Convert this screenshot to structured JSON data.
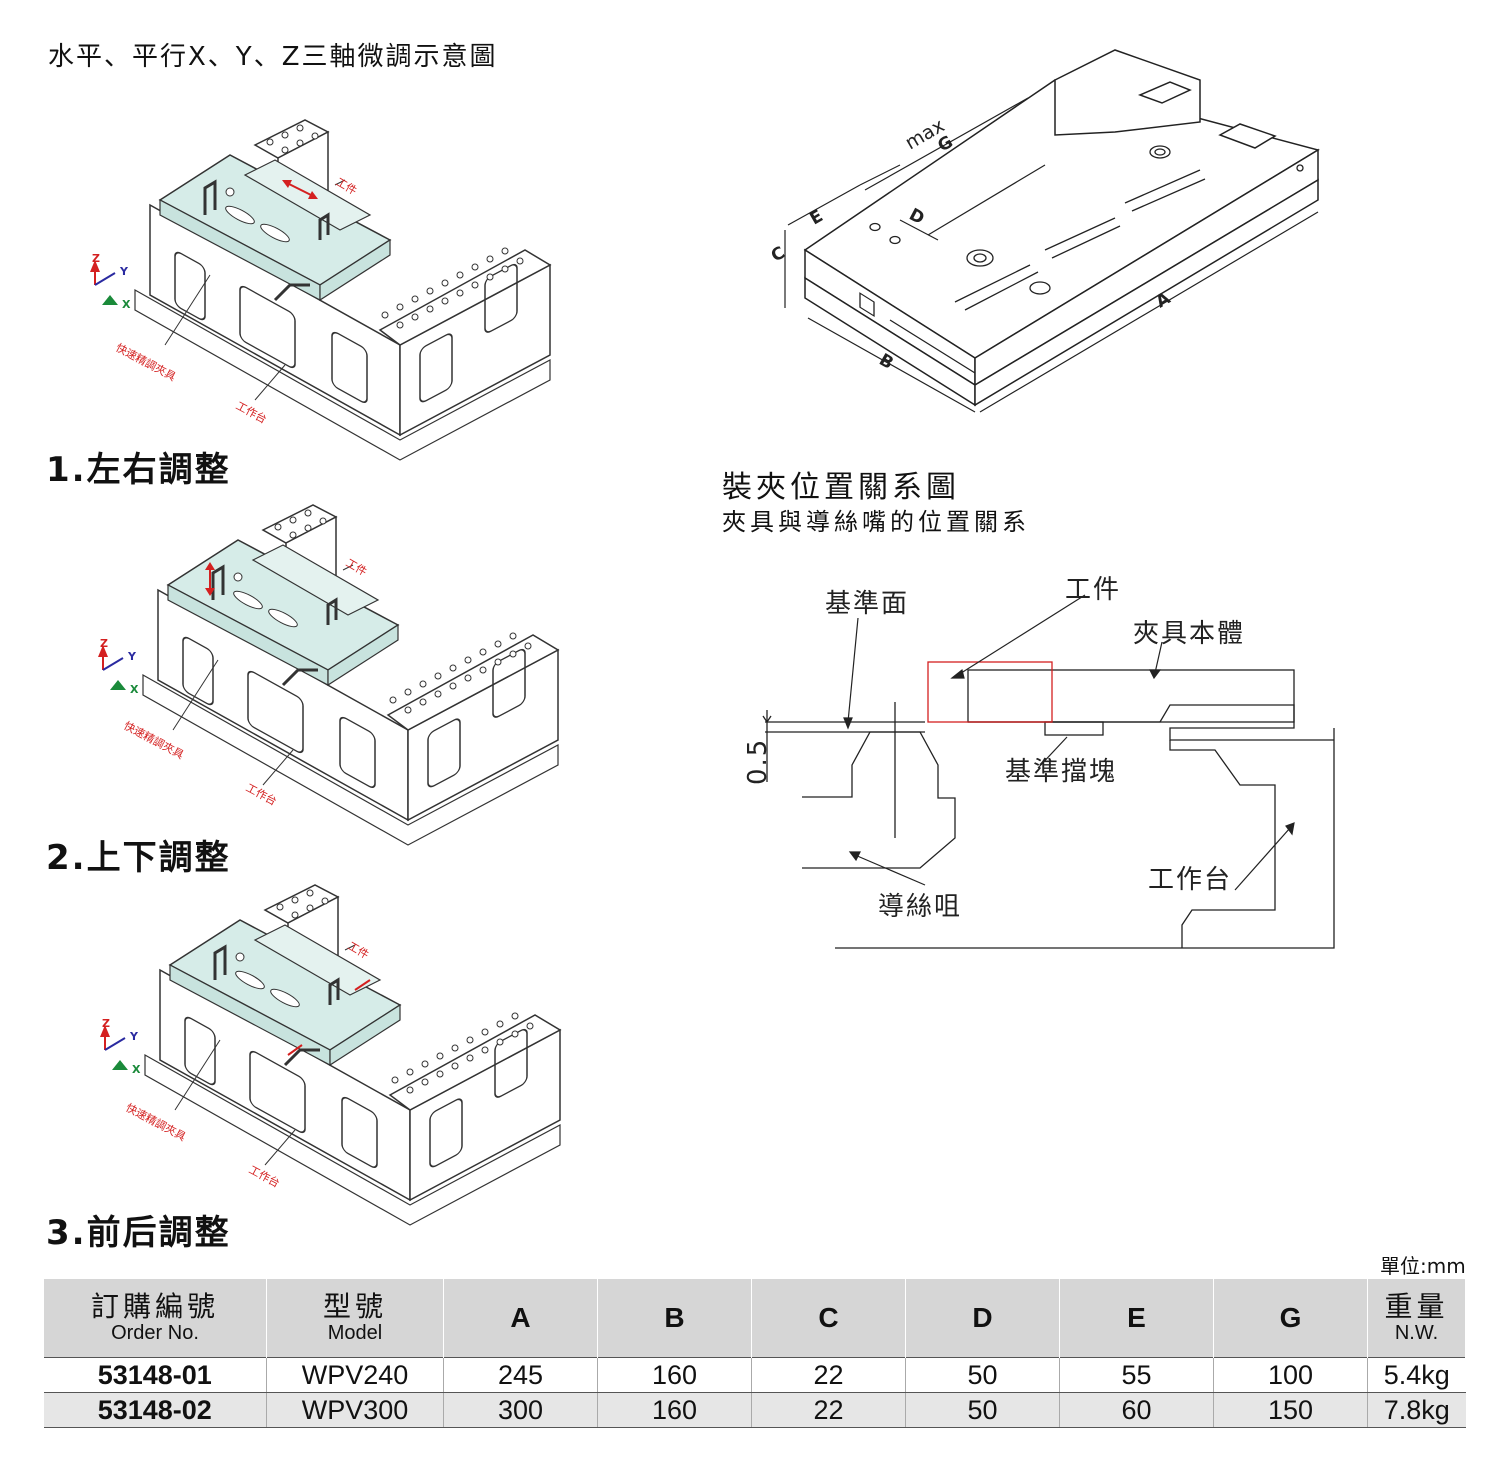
{
  "header": {
    "title": "水平、平行X、Y、Z三軸微調示意圖"
  },
  "steps": [
    "1.左右調整",
    "2.上下調整",
    "3.前后調整"
  ],
  "illustration_labels": {
    "workpiece": "工件",
    "clamp": "快速精調夾具",
    "worktable": "工作台"
  },
  "axes": {
    "z": "Z",
    "y": "Y",
    "x": "X"
  },
  "dimension_labels": {
    "max": "max",
    "g": "G",
    "d": "D",
    "e": "E",
    "c": "C",
    "a": "A",
    "b": "B"
  },
  "position_section": {
    "title": "裝夾位置關系圖",
    "subtitle": "夾具與導絲嘴的位置關系",
    "labels": {
      "reference_face": "基準面",
      "workpiece": "工件",
      "fixture_body": "夾具本體",
      "reference_block": "基準擋塊",
      "worktable": "工作台",
      "wire_guide": "導絲咀",
      "gap": "0.5"
    }
  },
  "table": {
    "unit": "單位:mm",
    "headers": [
      {
        "zh": "訂購編號",
        "en": "Order No."
      },
      {
        "zh": "型號",
        "en": "Model"
      },
      {
        "big": "A"
      },
      {
        "big": "B"
      },
      {
        "big": "C"
      },
      {
        "big": "D"
      },
      {
        "big": "E"
      },
      {
        "big": "G"
      },
      {
        "zh": "重量",
        "en": "N.W."
      }
    ],
    "rows": [
      [
        "53148-01",
        "WPV240",
        "245",
        "160",
        "22",
        "50",
        "55",
        "100",
        "5.4kg"
      ],
      [
        "53148-02",
        "WPV300",
        "300",
        "160",
        "22",
        "50",
        "60",
        "150",
        "7.8kg"
      ]
    ]
  },
  "colors": {
    "accent": "#d42020",
    "teal": "#d6ece8",
    "axis_z": "#d42020",
    "axis_y": "#2a2aa0",
    "axis_x": "#1a8a3a"
  }
}
